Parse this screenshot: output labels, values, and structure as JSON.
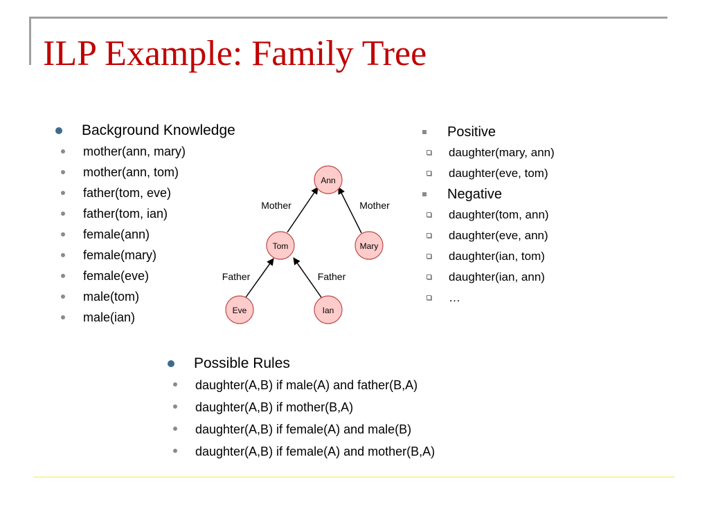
{
  "slide": {
    "title": "ILP Example: Family Tree",
    "background_knowledge": {
      "heading": "Background Knowledge",
      "facts": [
        "mother(ann, mary)",
        "mother(ann, tom)",
        "father(tom, eve)",
        "father(tom, ian)",
        "female(ann)",
        "female(mary)",
        "female(eve)",
        "male(tom)",
        "male(ian)"
      ]
    },
    "examples": {
      "positive_heading": "Positive",
      "positive": [
        "daughter(mary, ann)",
        "daughter(eve, tom)"
      ],
      "negative_heading": "Negative",
      "negative": [
        "daughter(tom, ann)",
        "daughter(eve, ann)",
        "daughter(ian, tom)",
        "daughter(ian, ann)",
        "…"
      ]
    },
    "tree": {
      "nodes": {
        "ann": "Ann",
        "tom": "Tom",
        "mary": "Mary",
        "eve": "Eve",
        "ian": "Ian"
      },
      "edge_labels": {
        "tom_ann": "Mother",
        "mary_ann": "Mother",
        "eve_tom": "Father",
        "ian_tom": "Father"
      },
      "node_fill": "#ffcccc",
      "node_stroke": "#c04848"
    },
    "rules": {
      "heading": "Possible Rules",
      "items": [
        "daughter(A,B) if male(A) and father(B,A)",
        "daughter(A,B) if mother(B,A)",
        "daughter(A,B) if female(A) and male(B)",
        "daughter(A,B) if female(A) and mother(B,A)"
      ]
    },
    "colors": {
      "title": "#c00000",
      "bullet": "#3d6b8e",
      "footer_line": "#f7f59a"
    }
  }
}
